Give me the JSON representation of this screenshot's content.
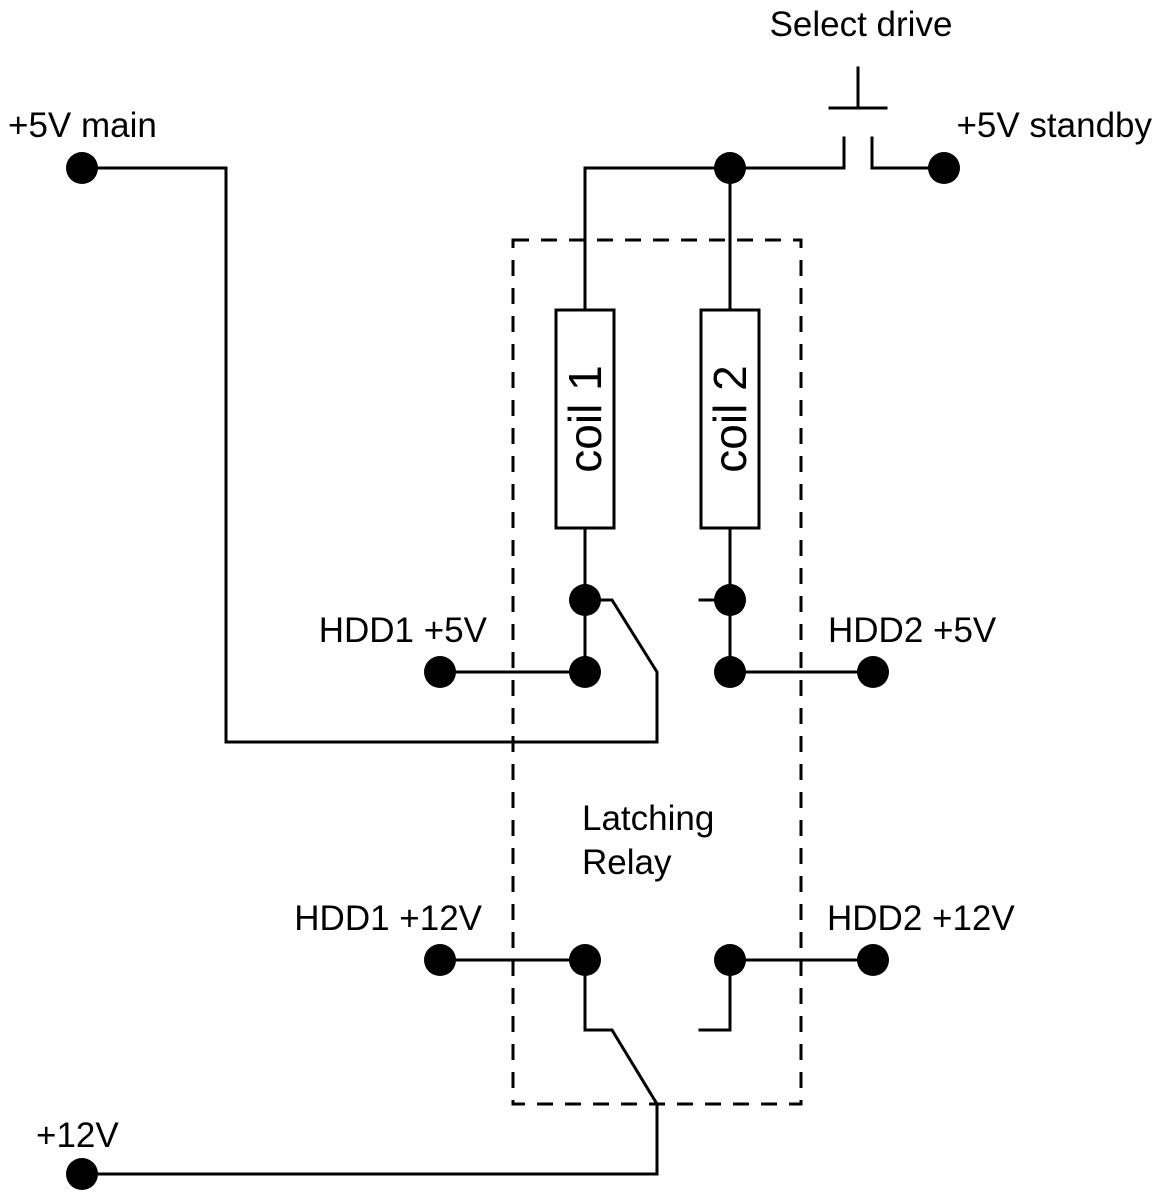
{
  "labels": {
    "select_drive": "Select drive",
    "plus5v_main": "+5V main",
    "plus5v_standby": "+5V standby",
    "hdd1_5v": "HDD1 +5V",
    "hdd2_5v": "HDD2 +5V",
    "hdd1_12v": "HDD1 +12V",
    "hdd2_12v": "HDD2 +12V",
    "plus12v": "+12V",
    "relay_line1": "Latching",
    "relay_line2": "Relay",
    "coil1": "coil 1",
    "coil2": "coil 2"
  },
  "colors": {
    "ink": "#000000",
    "background": "#ffffff"
  }
}
